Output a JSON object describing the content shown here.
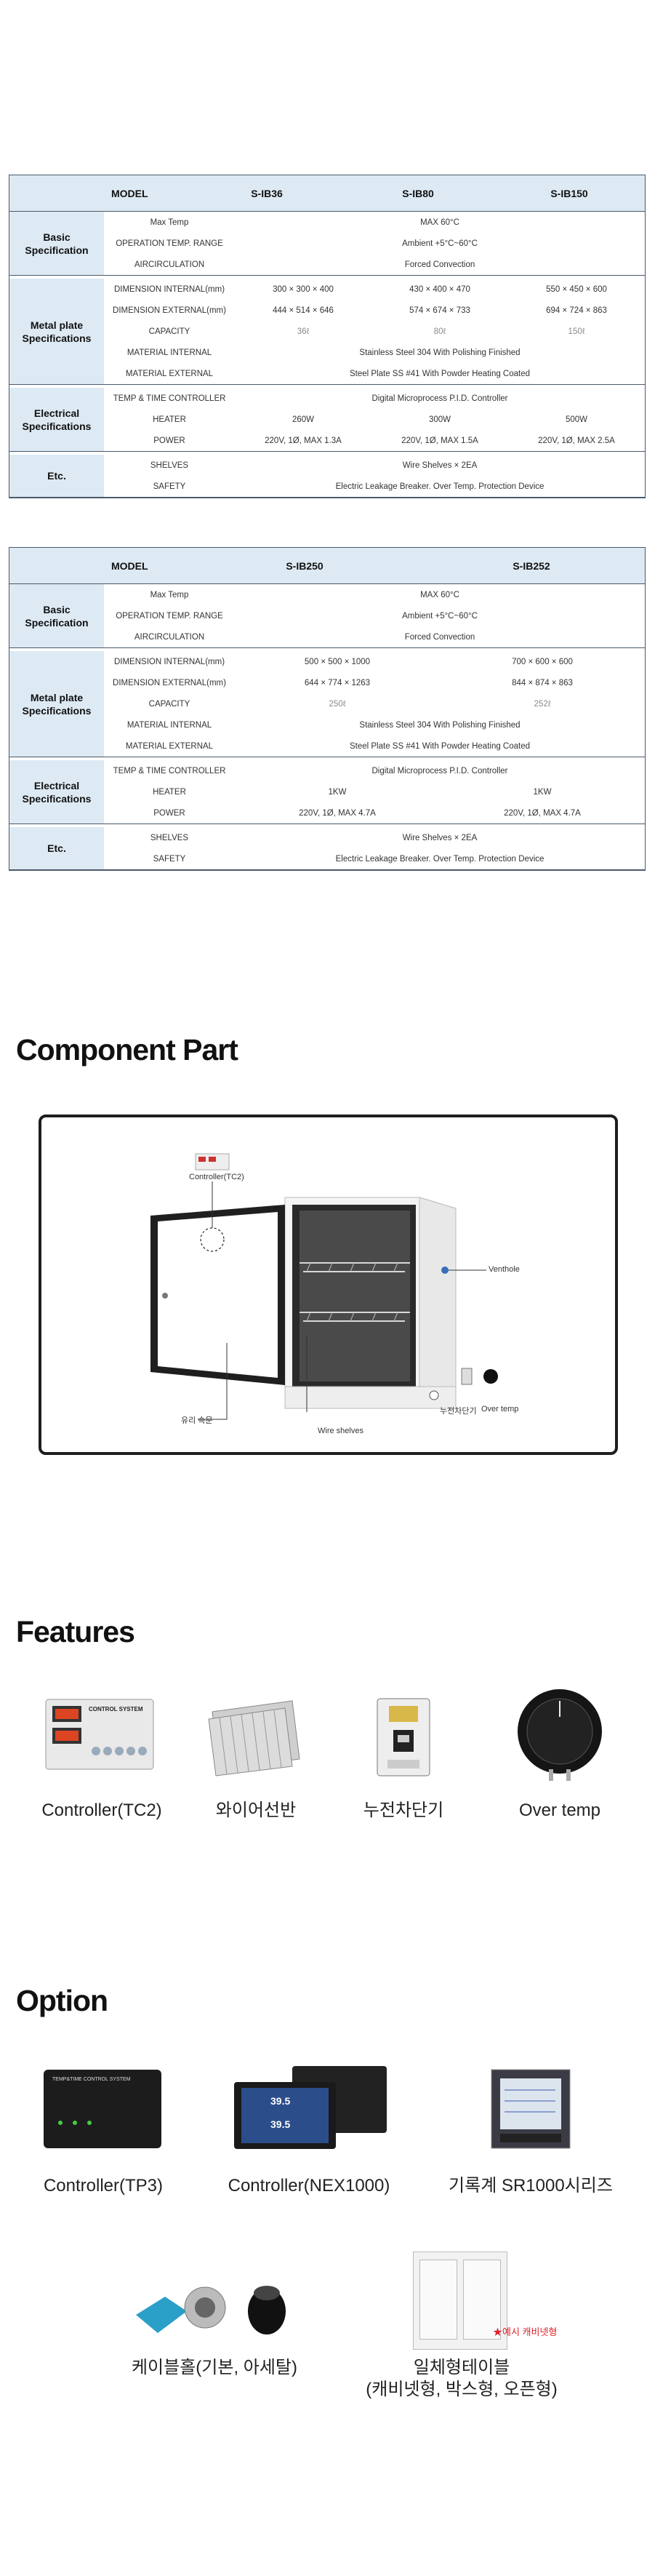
{
  "tables": [
    {
      "header": {
        "model": "MODEL",
        "cols": [
          "S-IB36",
          "S-IB80",
          "S-IB150"
        ]
      },
      "groups": [
        {
          "name": "Basic Specification",
          "rows": [
            {
              "label": "Max Temp",
              "span": "MAX 60°C"
            },
            {
              "label": "OPERATION TEMP. RANGE",
              "span": "Ambient +5°C~60°C"
            },
            {
              "label": "AIRCIRCULATION",
              "span": "Forced Convection"
            }
          ]
        },
        {
          "name": "Metal plate Specifications",
          "rows": [
            {
              "label": "DIMENSION INTERNAL(mm)",
              "values": [
                "300 × 300 × 400",
                "430 × 400 × 470",
                "550 × 450 × 600"
              ]
            },
            {
              "label": "DIMENSION EXTERNAL(mm)",
              "values": [
                "444 × 514 × 646",
                "574 × 674 × 733",
                "694 × 724 × 863"
              ]
            },
            {
              "label": "CAPACITY",
              "values": [
                "36ℓ",
                "80ℓ",
                "150ℓ"
              ],
              "muted": true
            },
            {
              "label": "MATERIAL INTERNAL",
              "span": "Stainless Steel 304 With Polishing Finished"
            },
            {
              "label": "MATERIAL EXTERNAL",
              "span": "Steel Plate SS #41 With Powder Heating Coated"
            }
          ]
        },
        {
          "name": "Electrical Specifications",
          "rows": [
            {
              "label": "TEMP & TIME CONTROLLER",
              "span": "Digital Microprocess P.I.D. Controller"
            },
            {
              "label": "HEATER",
              "values": [
                "260W",
                "300W",
                "500W"
              ]
            },
            {
              "label": "POWER",
              "values": [
                "220V, 1Ø, MAX 1.3A",
                "220V, 1Ø, MAX 1.5A",
                "220V, 1Ø, MAX 2.5A"
              ]
            }
          ]
        },
        {
          "name": "Etc.",
          "rows": [
            {
              "label": "SHELVES",
              "span": "Wire Shelves × 2EA"
            },
            {
              "label": "SAFETY",
              "span": "Electric Leakage Breaker. Over Temp. Protection Device"
            }
          ]
        }
      ]
    },
    {
      "header": {
        "model": "MODEL",
        "cols": [
          "S-IB250",
          "S-IB252"
        ]
      },
      "groups": [
        {
          "name": "Basic Specification",
          "rows": [
            {
              "label": "Max Temp",
              "span": "MAX 60°C"
            },
            {
              "label": "OPERATION TEMP. RANGE",
              "span": "Ambient +5°C~60°C"
            },
            {
              "label": "AIRCIRCULATION",
              "span": "Forced Convection"
            }
          ]
        },
        {
          "name": "Metal plate Specifications",
          "rows": [
            {
              "label": "DIMENSION INTERNAL(mm)",
              "values": [
                "500 × 500 × 1000",
                "700 × 600 × 600"
              ]
            },
            {
              "label": "DIMENSION EXTERNAL(mm)",
              "values": [
                "644 × 774 × 1263",
                "844 × 874 × 863"
              ]
            },
            {
              "label": "CAPACITY",
              "values": [
                "250ℓ",
                "252ℓ"
              ],
              "muted": true
            },
            {
              "label": "MATERIAL INTERNAL",
              "span": "Stainless Steel 304 With Polishing Finished"
            },
            {
              "label": "MATERIAL EXTERNAL",
              "span": "Steel Plate SS #41 With Powder Heating Coated"
            }
          ]
        },
        {
          "name": "Electrical Specifications",
          "rows": [
            {
              "label": "TEMP & TIME CONTROLLER",
              "span": "Digital Microprocess P.I.D. Controller"
            },
            {
              "label": "HEATER",
              "values": [
                "1KW",
                "1KW"
              ]
            },
            {
              "label": "POWER",
              "values": [
                "220V, 1Ø, MAX 4.7A",
                "220V, 1Ø, MAX 4.7A"
              ]
            }
          ]
        },
        {
          "name": "Etc.",
          "rows": [
            {
              "label": "SHELVES",
              "span": "Wire Shelves × 2EA"
            },
            {
              "label": "SAFETY",
              "span": "Electric Leakage Breaker. Over Temp. Protection Device"
            }
          ]
        }
      ]
    }
  ],
  "component": {
    "title": "Component Part",
    "labels": {
      "controller": "Controller(TC2)",
      "venthole": "Ventholе",
      "glass": "유리 속문",
      "shelves": "Wire shelves",
      "breaker": "누전차단기",
      "overtemp": "Over temp"
    }
  },
  "features": {
    "title": "Features",
    "items": [
      "Controller(TC2)",
      "와이어선반",
      "누전차단기",
      "Over temp"
    ],
    "panel_text": "CONTROL SYSTEM"
  },
  "option": {
    "title": "Option",
    "items": [
      "Controller(TP3)",
      "Controller(NEX1000)",
      "기록계 SR1000시리즈",
      "케이블홀(기본, 아세탈)"
    ],
    "table_item": {
      "line1": "일체형테이블",
      "line2": "(캐비넷형, 박스형, 오픈형)",
      "note": "예시 캐비넷형"
    },
    "tp3_text": "TEMP&TIME CONTROL SYSTEM",
    "nex_reading_1": "39.5",
    "nex_reading_2": "39.5"
  },
  "colors": {
    "header_bg": "#dde9f3",
    "border": "#4a5a6a",
    "note_red": "#e0202a"
  }
}
